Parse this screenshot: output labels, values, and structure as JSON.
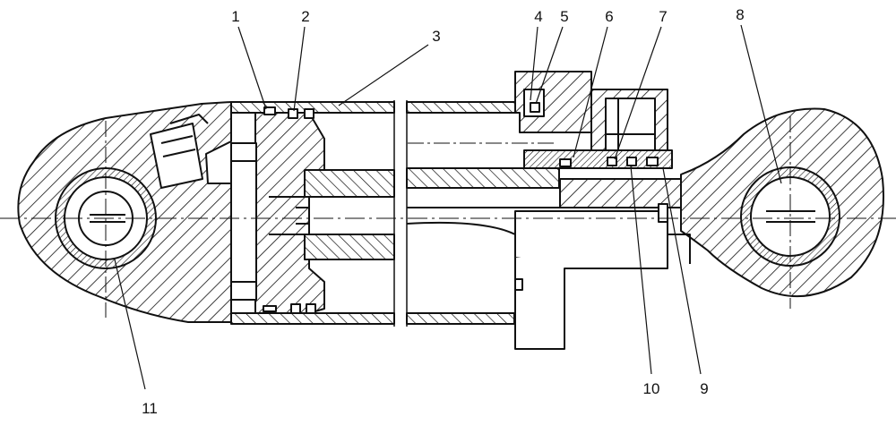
{
  "callouts": {
    "n1": "1",
    "n2": "2",
    "n3": "3",
    "n4": "4",
    "n5": "5",
    "n6": "6",
    "n7": "7",
    "n8": "8",
    "n9": "9",
    "n10": "10",
    "n11": "11"
  },
  "colors": {
    "ink": "#111111",
    "paper": "#ffffff"
  }
}
